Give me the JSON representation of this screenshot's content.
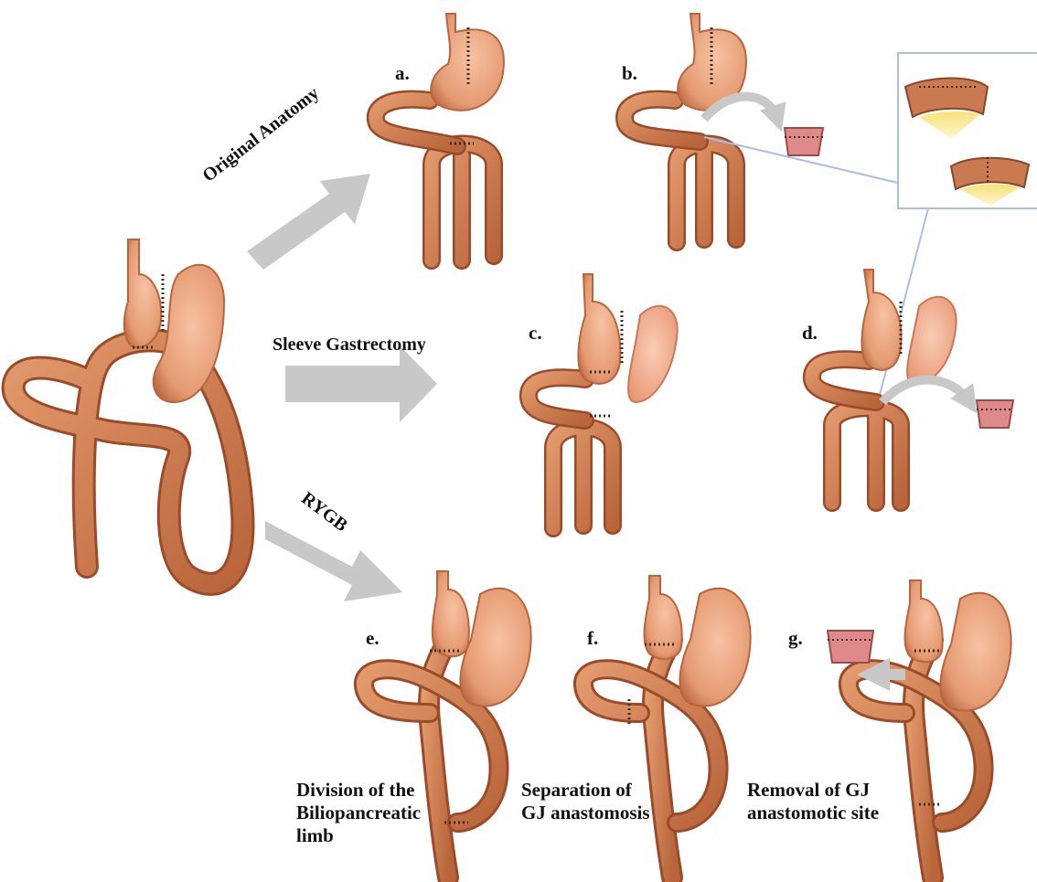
{
  "panels": {
    "a": "a.",
    "b": "b.",
    "c": "c.",
    "d": "d.",
    "e": "e.",
    "f": "f.",
    "g": "g."
  },
  "arrows": {
    "original": "Original Anatomy",
    "sleeve": "Sleeve Gastrectomy",
    "rygb": "RYGB"
  },
  "captions": {
    "e": "Division of the\nBiliopancreatic\nlimb",
    "f": "Separation of\nGJ anastomosis",
    "g": "Removal of GJ\nanastomotic site"
  },
  "colors": {
    "bowel": "#cd7a4c",
    "bowel_dark": "#9a4b2a",
    "stomach": "#e9a07a",
    "remnant": "#f0b394",
    "resected": "#e0898a",
    "arrow": "#c8c8c8",
    "inset_border": "#aebde6",
    "mucosa": "#f4e07a"
  }
}
